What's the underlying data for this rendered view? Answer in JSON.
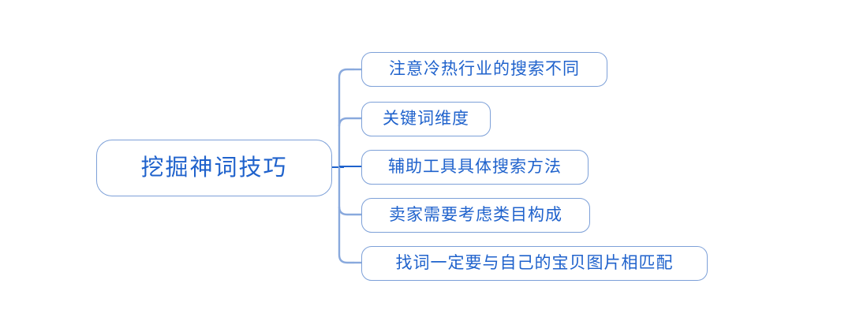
{
  "diagram": {
    "type": "mind-map",
    "orientation": "left-to-right",
    "background_color": "#ffffff",
    "node_border_color": "#7da0d8",
    "node_text_color": "#1f62cc",
    "trunk_line_color": "#89a9dd",
    "branch_line_color": "#1f62cc",
    "root": {
      "label": "挖掘神词技巧"
    },
    "branches": [
      {
        "id": "b1",
        "label": "注意冷热行业的搜索不同"
      },
      {
        "id": "b2",
        "label": "关键词维度"
      },
      {
        "id": "b3",
        "label": "辅助工具具体搜索方法"
      },
      {
        "id": "b4",
        "label": "卖家需要考虑类目构成"
      },
      {
        "id": "b5",
        "label": "找词一定要与自己的宝贝图片相匹配"
      }
    ]
  }
}
